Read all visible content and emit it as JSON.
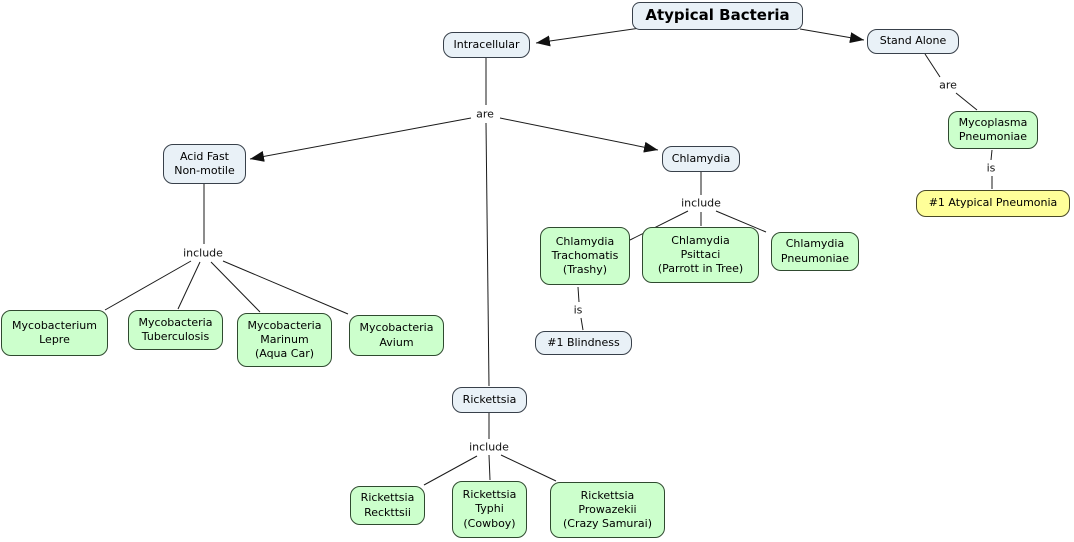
{
  "title": "Atypical Bacteria",
  "colors": {
    "background": "#ffffff",
    "node_default_fill": "#e9f1f7",
    "node_green_fill": "#ccffcc",
    "node_yellow_fill": "#ffff99",
    "node_border": "#38404a",
    "edge_line": "#1a1a1a",
    "text": "#000000"
  },
  "nodes": {
    "title": {
      "label": "Atypical Bacteria"
    },
    "intracellular": {
      "label": "Intracellular"
    },
    "stand_alone": {
      "label": "Stand Alone"
    },
    "acid_fast": {
      "label": "Acid Fast\nNon-motile"
    },
    "chlamydia": {
      "label": "Chlamydia"
    },
    "rickettsia": {
      "label": "Rickettsia"
    },
    "myco_lepre": {
      "label": "Mycobacterium\nLepre"
    },
    "myco_tuberculosis": {
      "label": "Mycobacteria\nTuberculosis"
    },
    "myco_marinum": {
      "label": "Mycobacteria\nMarinum\n(Aqua Car)"
    },
    "myco_avium": {
      "label": "Mycobacteria\nAvium"
    },
    "chl_trachomatis": {
      "label": "Chlamydia\nTrachomatis\n(Trashy)"
    },
    "chl_psittaci": {
      "label": "Chlamydia\nPsittaci\n(Parrott in Tree)"
    },
    "chl_pneumoniae": {
      "label": "Chlamydia\nPneumoniae"
    },
    "blindness": {
      "label": "#1 Blindness"
    },
    "rick_reckttsii": {
      "label": "Rickettsia\nReckttsii"
    },
    "rick_typhi": {
      "label": "Rickettsia\nTyphi\n(Cowboy)"
    },
    "rick_prowazekii": {
      "label": "Rickettsia\nProwazekii\n(Crazy Samurai)"
    },
    "mycoplasma": {
      "label": "Mycoplasma\nPneumoniae"
    },
    "atypical_pneumonia": {
      "label": "#1 Atypical Pneumonia"
    }
  },
  "edge_labels": {
    "are_intracellular": "are",
    "are_standalone": "are",
    "include_acidfast": "include",
    "include_chlamydia": "include",
    "include_rickettsia": "include",
    "is_blindness": "is",
    "is_atypical": "is"
  }
}
